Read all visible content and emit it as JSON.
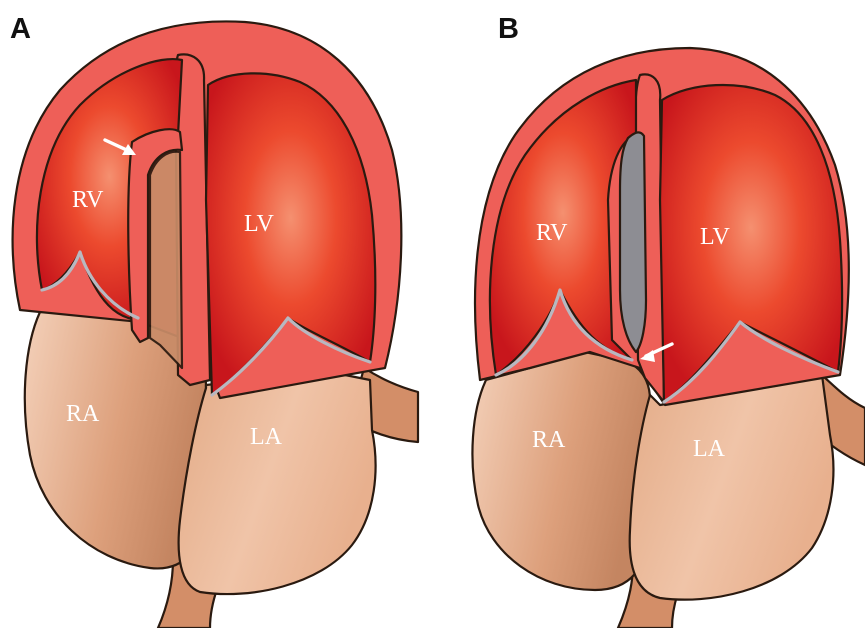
{
  "panels": [
    {
      "letter": "A",
      "labels": {
        "rv": "RV",
        "lv": "LV",
        "ra": "RA",
        "la": "LA"
      }
    },
    {
      "letter": "B",
      "labels": {
        "rv": "RV",
        "lv": "LV",
        "ra": "RA",
        "la": "LA"
      }
    }
  ],
  "colors": {
    "myocardium": "#ee5f58",
    "cavity_center": "#f4804e",
    "cavity_edge": "#c8161c",
    "atrium_light": "#f2c7ad",
    "atrium_dark": "#c98c68",
    "atrial_wall": "#d38e68",
    "gap_gray": "#8d8d93",
    "arrow": "#ffffff",
    "valve": "#b8b8c0"
  }
}
